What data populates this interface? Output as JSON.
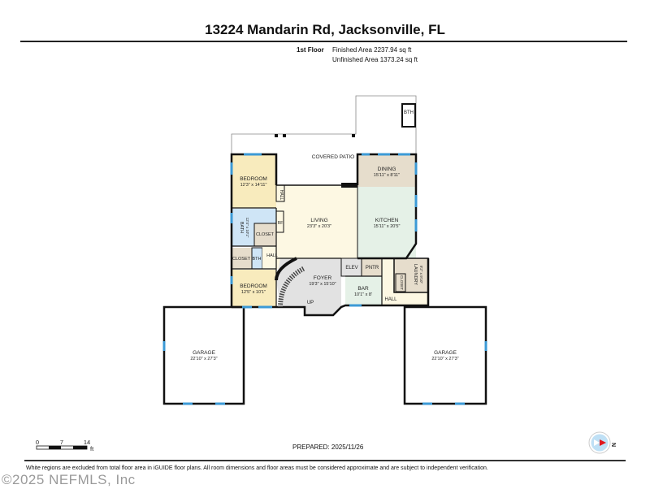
{
  "header": {
    "title": "13224 Mandarin Rd, Jacksonville, FL"
  },
  "summary": {
    "floor": "1st Floor",
    "finished": "Finished Area 2237.94 sq ft",
    "unfinished": "Unfinished Area 1373.24 sq ft"
  },
  "rooms": {
    "patio": {
      "name": "COVERED PATIO"
    },
    "bth_top": {
      "name": "BTH"
    },
    "bedroom1": {
      "name": "BEDROOM",
      "dims": "12'3\" x 14'11\""
    },
    "dining": {
      "name": "DINING",
      "dims": "15'11\" x 8'11\""
    },
    "hall_small": {
      "name": "HALL"
    },
    "living": {
      "name": "LIVING",
      "dims": "23'3\" x 20'3\""
    },
    "kitchen": {
      "name": "KITCHEN",
      "dims": "15'11\" x 20'5\""
    },
    "bath": {
      "name": "BATH",
      "dims": "12'4\" x 10'1\""
    },
    "closet1": {
      "name": "CLOSET"
    },
    "rf": {
      "name": "RF"
    },
    "closet2": {
      "name": "CLOSET"
    },
    "bth": {
      "name": "BTH"
    },
    "hall1": {
      "name": "HALL"
    },
    "foyer": {
      "name": "FOYER",
      "dims": "19'3\" x 15'10\""
    },
    "up": {
      "name": "UP"
    },
    "elev": {
      "name": "ELEV"
    },
    "pntr": {
      "name": "PNTR"
    },
    "bar": {
      "name": "BAR",
      "dims": "10'1\" x 8'"
    },
    "laundry": {
      "name": "LAUNDRY",
      "dims": "9'2\" x 9'10\""
    },
    "closet3": {
      "name": "CLOSET"
    },
    "hall2": {
      "name": "HALL"
    },
    "bedroom2": {
      "name": "BEDROOM",
      "dims": "12'5\" x 10'1\""
    },
    "garage1": {
      "name": "GARAGE",
      "dims": "22'10\" x 27'3\""
    },
    "garage2": {
      "name": "GARAGE",
      "dims": "22'10\" x 27'3\""
    }
  },
  "colors": {
    "bedroom": "#f8ebbd",
    "dining": "#e6ddcc",
    "living": "#fdf8e3",
    "kitchen": "#e5f1e7",
    "bath": "#cfe5f6",
    "closet": "#e6ddcc",
    "foyer": "#e2e2e2",
    "bar": "#e5f1e7",
    "hall": "#fdf8e3",
    "window": "#3c9ad6",
    "wall": "#111111"
  },
  "scale": {
    "ticks": [
      "0",
      "7",
      "14"
    ],
    "unit": "ft"
  },
  "prepared": "PREPARED: 2025/11/26",
  "compass": {
    "label": "N",
    "icon": "compass-icon"
  },
  "disclaimer": "White regions are excluded from total floor area in iGUIDE floor plans. All room dimensions and floor areas must be considered approximate and are subject to independent verification.",
  "watermark": "©2025 NEFMLS, Inc"
}
